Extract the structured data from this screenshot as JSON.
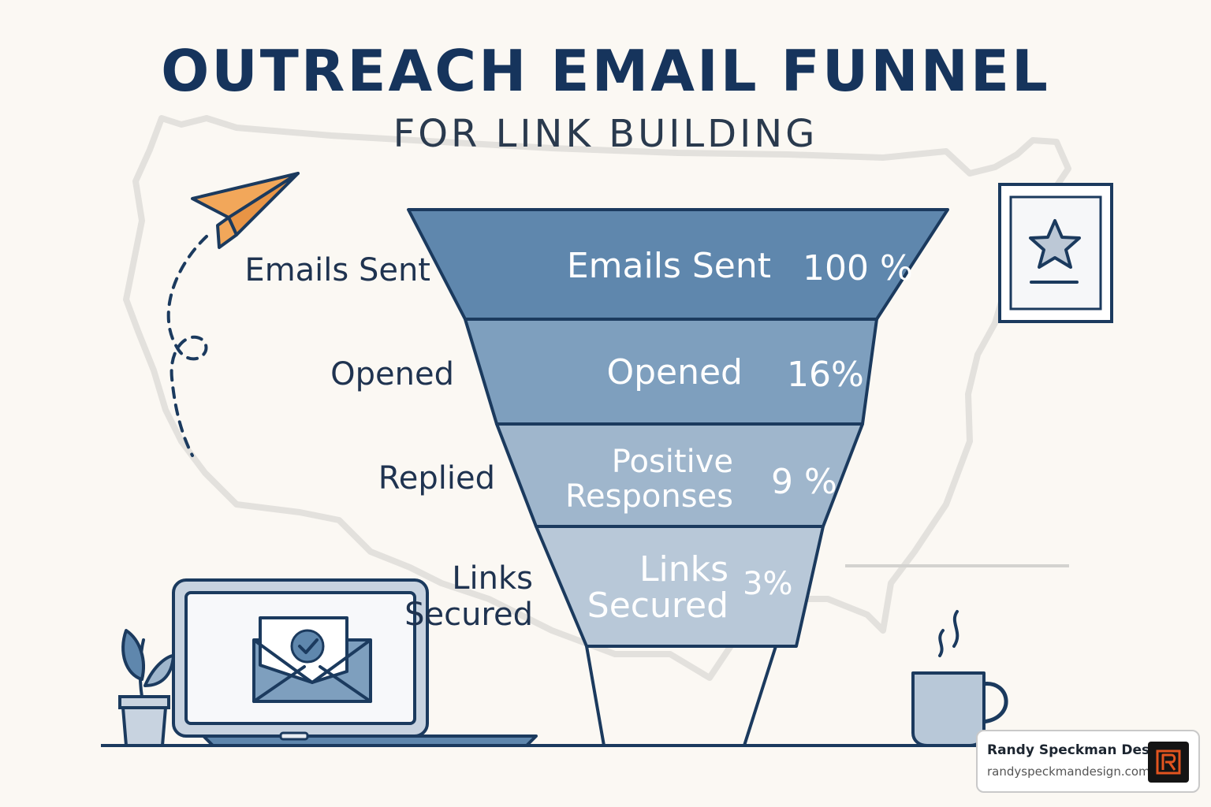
{
  "title": "OUTREACH EMAIL FUNNEL",
  "subtitle": "FOR LINK BUILDING",
  "side_labels": [
    "Emails Sent",
    "Opened",
    "Replied",
    "Links\nSecured"
  ],
  "stages": [
    {
      "label": "Emails Sent",
      "value": "100 %",
      "percent": 100,
      "color": "#5f87ad"
    },
    {
      "label": "Opened",
      "value": "16%",
      "percent": 16,
      "color": "#7e9fbe"
    },
    {
      "label": "Positive\nResponses",
      "value": "9 %",
      "percent": 9,
      "color": "#9fb6cc"
    },
    {
      "label": "Links\nSecured",
      "value": "3%",
      "percent": 3,
      "color": "#b8c8d8"
    }
  ],
  "colors": {
    "navy": "#1b3a5e",
    "plane": "#f2a75a",
    "background": "#fbf8f3"
  },
  "icons": [
    "paper-plane-icon",
    "framed-star-icon",
    "laptop-icon",
    "envelope-check-icon",
    "potted-plant-icon",
    "coffee-mug-icon",
    "brand-logo-icon"
  ],
  "brand": {
    "name": "Randy Speckman Design",
    "url": "randyspeckmandesign.com"
  }
}
